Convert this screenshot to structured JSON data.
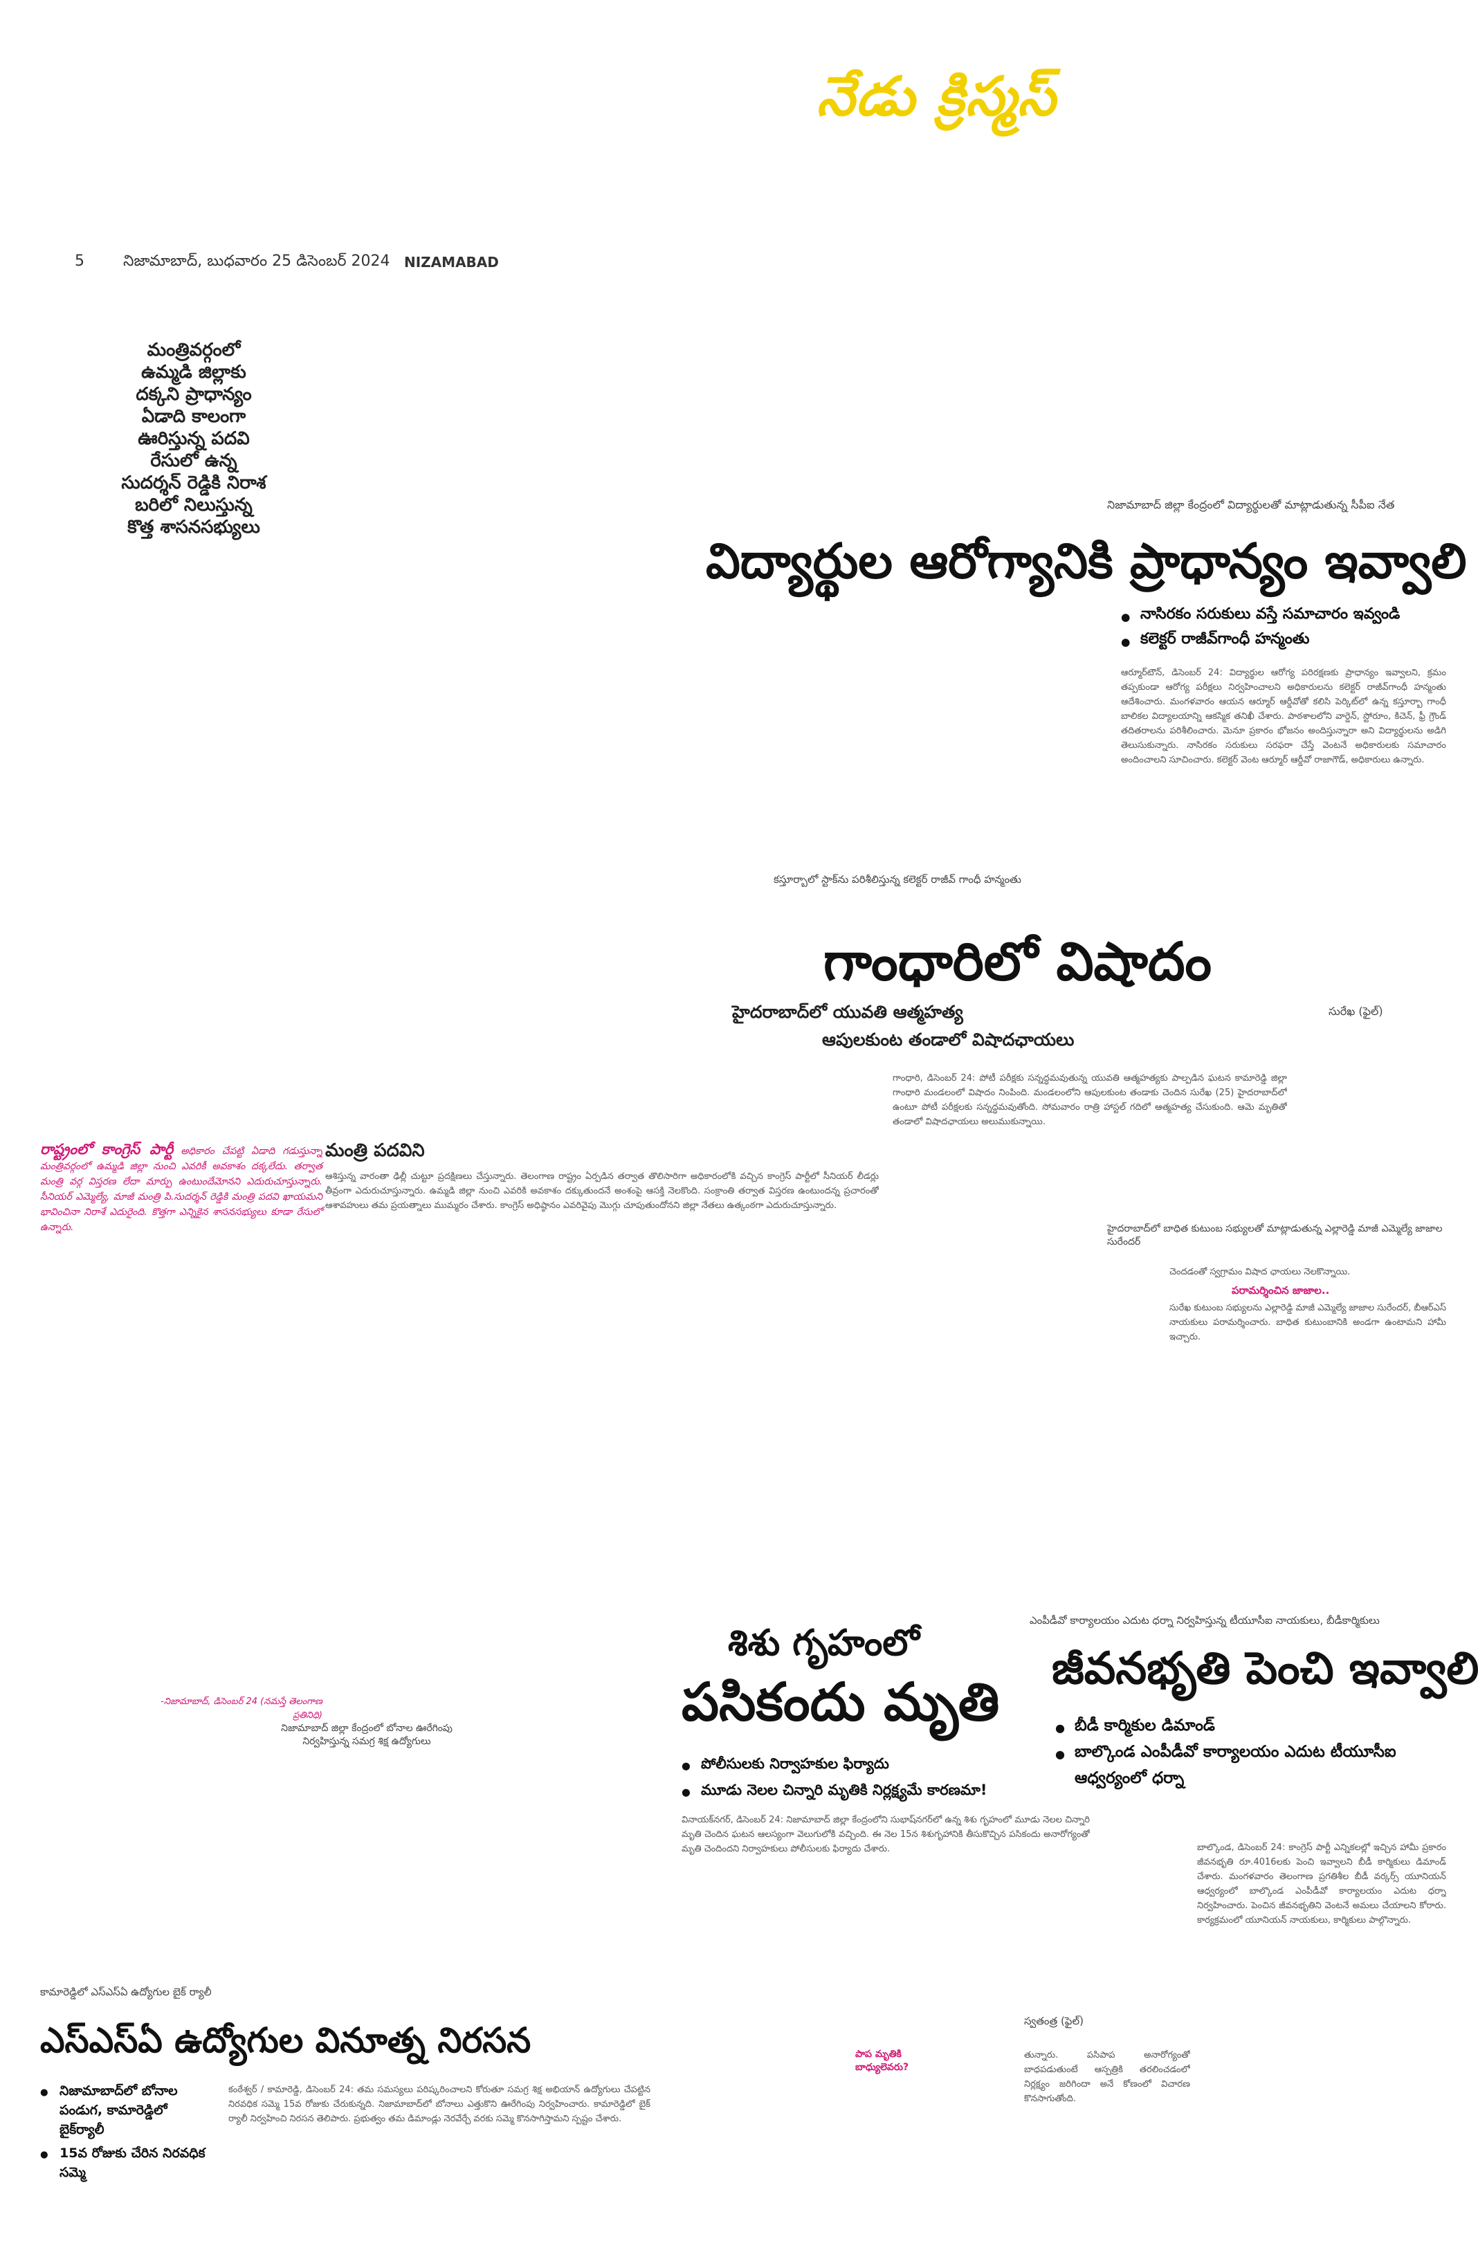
{
  "masthead": "నేడు క్రిస్మస్",
  "folio": {
    "page_number": "5",
    "dateline": "నిజామాబాద్‌, బుధవారం 25 డిసెంబర్‌ 2024",
    "edition": "NIZAMABAD"
  },
  "sidebar_box": [
    "మంత్రివర్గంలో",
    "ఉమ్మడి జిల్లాకు",
    "దక్కని ప్రాధాన్యం",
    "ఏడాది కాలంగా",
    "ఊరిస్తున్న పదవి",
    "రేసులో ఉన్న",
    "సుదర్శన్‌ రెడ్డికి నిరాశ",
    "బరిలో నిలుస్తున్న",
    "కొత్త శాసనసభ్యులు"
  ],
  "story_health": {
    "kicker": "నిజామాబాద్‌ జిల్లా కేంద్రంలో విద్యార్థులతో మాట్లాడుతున్న సీపీఐ నేత",
    "headline": "విద్యార్థుల ఆరోగ్యానికి ప్రాధాన్యం ఇవ్వాలి",
    "bullets": [
      "నాసిరకం సరుకులు వస్తే సమాచారం ఇవ్వండి",
      "కలెక్టర్‌ రాజీవ్‌గాంధీ హన్మంతు"
    ],
    "body": "ఆర్మూర్‌టౌన్‌, డిసెంబర్‌ 24: విద్యార్థుల ఆరోగ్య పరిరక్షణకు ప్రాధాన్యం ఇవ్వాలని, క్రమం తప్పకుండా ఆరోగ్య పరీక్షలు నిర్వహించాలని అధికారులను కలెక్టర్‌ రాజీవ్‌గాంధీ హన్మంతు ఆదేశించారు. మంగళవారం ఆయన ఆర్మూర్‌ ఆర్డీవోతో కలిసి పెర్కిట్‌లో ఉన్న కస్తూర్బా గాంధీ బాలికల విద్యాలయాన్ని ఆకస్మిక తనిఖీ చేశారు. పాఠశాలలోని వార్డెన్‌, స్టోరూం, కిచెన్‌, ఫ్రీ గ్రౌండ్‌ తదితరాలను పరిశీలించారు. మెనూ ప్రకారం భోజనం అందిస్తున్నారా అని విద్యార్థులను అడిగి తెలుసుకున్నారు. నాసిరకం సరుకులు సరఫరా చేస్తే వెంటనే అధికారులకు సమాచారం అందించాలని సూచించారు. కలెక్టర్‌ వెంట ఆర్మూర్‌ ఆర్డీవో రాజాగౌడ్‌, అధికారులు ఉన్నారు.",
    "photo_caption": "కస్తూర్బాలో స్టాక్‌ను పరిశీలిస్తున్న కలెక్టర్‌ రాజీవ్‌ గాంధీ హన్మంతు"
  },
  "story_gandhari": {
    "headline": "గాంధారిలో విషాదం",
    "sub1": "హైదరాబాద్‌లో యువతి ఆత్మహత్య",
    "sub2": "ఆపులకుంట తండాలో విషాదఛాయలు",
    "credit": "సురేఖ (ఫైల్‌)",
    "body": "గాంధారి, డిసెంబర్‌ 24: పోటీ పరీక్షకు సన్నద్ధమవుతున్న యువతి ఆత్మహత్యకు పాల్పడిన ఘటన కామారెడ్డి జిల్లా గాంధారి మండలంలో విషాదం నింపింది. మండలంలోని ఆపులకుంట తండాకు చెందిన సురేఖ (25) హైదరాబాద్‌లో ఉంటూ పోటీ పరీక్షలకు సన్నద్ధమవుతోంది. సోమవారం రాత్రి హాస్టల్‌ గదిలో ఆత్మహత్య చేసుకుంది. ఆమె మృతితో తండాలో విషాదఛాయలు అలుముకున్నాయి.",
    "photo_caption": "హైదరాబాద్‌లో బాధిత కుటుంబ సభ్యులతో మాట్లాడుతున్న ఎల్లారెడ్డి మాజీ ఎమ్మెల్యే జాజాల సురేందర్‌",
    "photo_body": "చెందడంతో స్వగ్రామం విషాద ఛాయలు నెలకొన్నాయి.",
    "inline_head": "పరామర్శించిన జాజాల..",
    "inline_body": "సురేఖ కుటుంబ సభ్యులను ఎల్లారెడ్డి మాజీ ఎమ్మెల్యే జాజాల సురేందర్‌, బీఆర్‌ఎస్‌ నాయకులు పరామర్శించారు. బాధిత కుటుంబానికి అండగా ఉంటామని హామీ ఇచ్చారు."
  },
  "story_minister": {
    "pink_lead": "రాష్ట్రంలో కాంగ్రెస్‌ పార్టీ",
    "pink_body": "అధికారం చేపట్టి ఏడాది గడుస్తున్నా మంత్రివర్గంలో ఉమ్మడి జిల్లా నుంచి ఎవరికీ అవకాశం దక్కలేదు. తర్వాత మంత్రి వర్గ విస్తరణ లేదా మార్పు ఉంటుందేమోనని ఎదురుచూస్తున్నారు. సీనియర్‌ ఎమ్మెల్యే, మాజీ మంత్రి పి.సుదర్శన్‌ రెడ్డికి మంత్రి పదవి ఖాయమని భావించినా నిరాశే ఎదురైంది. కొత్తగా ఎన్నికైన శాసనసభ్యులు కూడా రేసులో ఉన్నారు.",
    "pink_byline": "-నిజామాబాద్‌, డిసెంబర్‌ 24 (నమస్తే తెలంగాణ ప్రతినిధి)",
    "col_head": "మంత్రి పదవిని",
    "body": "ఆశిస్తున్న వారంతా ఢిల్లీ చుట్టూ ప్రదక్షిణలు చేస్తున్నారు. తెలంగాణ రాష్ట్రం ఏర్పడిన తర్వాత తొలిసారిగా అధికారంలోకి వచ్చిన కాంగ్రెస్‌ పార్టీలో సీనియర్‌ లీడర్లు తీవ్రంగా ఎదురుచూస్తున్నారు. ఉమ్మడి జిల్లా నుంచి ఎవరికి అవకాశం దక్కుతుందనే అంశంపై ఆసక్తి నెలకొంది. సంక్రాంతి తర్వాత విస్తరణ ఉంటుందన్న ప్రచారంతో ఆశావహులు తమ ప్రయత్నాలు ముమ్మరం చేశారు. కాంగ్రెస్‌ అధిష్ఠానం ఎవరివైపు మొగ్గు చూపుతుందోనని జిల్లా నేతలు ఉత్కంఠగా ఎదురుచూస్తున్నారు.",
    "photo_caption": "నిజామాబాద్‌ జిల్లా కేంద్రంలో బోనాల ఊరేగింపు నిర్వహిస్తున్న సమగ్ర శిక్ష ఉద్యోగులు"
  },
  "story_infant": {
    "kicker": "శిశు గృహంలో",
    "headline": "పసికందు మృతి",
    "bullets": [
      "పోలీసులకు నిర్వాహకుల ఫిర్యాదు",
      "మూడు నెలల చిన్నారి మృతికి నిర్లక్ష్యమే కారణమా!"
    ],
    "body": "వినాయక్‌నగర్‌, డిసెంబర్‌ 24: నిజామాబాద్‌ జిల్లా కేంద్రంలోని సుభాష్‌నగర్‌లో ఉన్న శిశు గృహంలో మూడు నెలల చిన్నారి మృతి చెందిన ఘటన ఆలస్యంగా వెలుగులోకి వచ్చింది. ఈ నెల 15న శిశుగృహానికి తీసుకొచ్చిన పసికందు అనారోగ్యంతో మృతి చెందిందని నిర్వాహకులు పోలీసులకు ఫిర్యాదు చేశారు.",
    "pink_q": "పాప మృతికి బాధ్యులెవరు?",
    "credit": "స్వతంత్ర (ఫైల్‌)",
    "body2": "తున్నారు. పసిపాప అనారోగ్యంతో బాధపడుతుంటే ఆస్పత్రికి తరలించడంలో నిర్లక్ష్యం జరిగిందా అనే కోణంలో విచారణ కొనసాగుతోంది."
  },
  "story_beedi": {
    "kicker": "ఎంపీడీవో కార్యాలయం ఎదుట ధర్నా నిర్వహిస్తున్న టీయూసీఐ నాయకులు, బీడీకార్మికులు",
    "headline": "జీవనభృతి పెంచి ఇవ్వాలి",
    "bullets": [
      "బీడీ కార్మికుల డిమాండ్‌",
      "బాల్కొండ ఎంపీడీవో కార్యాలయం ఎదుట టీయూసీఐ ఆధ్వర్యంలో ధర్నా"
    ],
    "body": "బాల్కొండ, డిసెంబర్‌ 24: కాంగ్రెస్‌ పార్టీ ఎన్నికలల్లో ఇచ్చిన హామీ ప్రకారం జీవనభృతి రూ.4016లకు పెంచి ఇవ్వాలని బీడీ కార్మికులు డిమాండ్‌ చేశారు. మంగళవారం తెలంగాణ ప్రగతిశీల బీడీ వర్కర్స్‌ యూనియన్‌ ఆధ్వర్యంలో బాల్కొండ ఎంపీడీవో కార్యాలయం ఎదుట ధర్నా నిర్వహించారు. పెంచిన జీవనభృతిని వెంటనే అమలు చేయాలని కోరారు. కార్యక్రమంలో యూనియన్‌ నాయకులు, కార్మికులు పాల్గొన్నారు."
  },
  "story_ssa": {
    "kicker": "కామారెడ్డిలో ఎస్‌ఎస్‌ఏ ఉద్యోగుల బైక్‌ ర్యాలీ",
    "headline": "ఎస్‌ఎస్‌ఏ ఉద్యోగుల వినూత్న నిరసన",
    "bullets": [
      "నిజామాబాద్‌లో బోనాల పండుగ, కామారెడ్డిలో బైక్‌ర్యాలీ",
      "15వ రోజుకు చేరిన నిరవధిక సమ్మె"
    ],
    "body": "కంఠేశ్వర్‌ / కామారెడ్డి, డిసెంబర్‌ 24: తమ సమస్యలు పరిష్కరించాలని కోరుతూ సమగ్ర శిక్ష అభియాన్‌ ఉద్యోగులు చేపట్టిన నిరవధిక సమ్మె 15వ రోజుకు చేరుకున్నది. నిజామాబాద్‌లో బోనాలు ఎత్తుకొని ఊరేగింపు నిర్వహించారు. కామారెడ్డిలో బైక్‌ ర్యాలీ నిర్వహించి నిరసన తెలిపారు. ప్రభుత్వం తమ డిమాండ్లు నెరవేర్చే వరకు సమ్మె కొనసాగిస్తామని స్పష్టం చేశారు."
  }
}
